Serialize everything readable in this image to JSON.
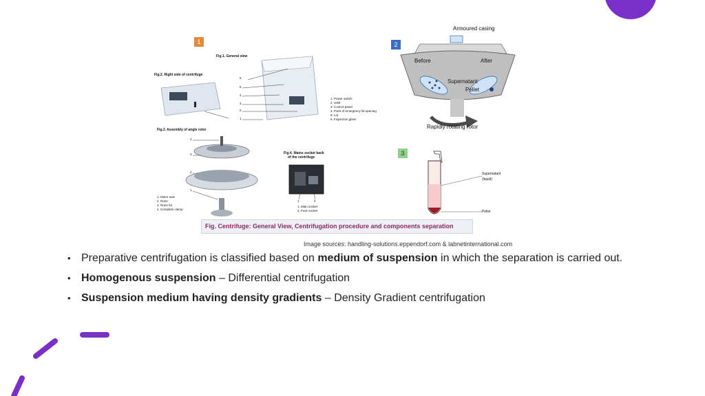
{
  "decor": {
    "accent": "#7b2fc9"
  },
  "figure": {
    "fig1": {
      "badge": "1",
      "badge_color": "#e8883a",
      "general_view": "Fig.1. General view",
      "right_side": "Fig.2. Right side of centrifuge",
      "assembly": "Fig.3. Assembly of angle rotor",
      "mains_socket_line1": "Fig.4. Mains socket back",
      "mains_socket_line2": "of the centrifuge",
      "legend_parts": [
        "1. Power switch",
        "2. USB",
        "3. Control panel",
        "4. Point of emergency lid opening",
        "5. Lid",
        "6. Inspection glass"
      ],
      "rotor_parts": [
        "1. Motor axle",
        "2. Rotor",
        "3. Rotor lid",
        "4. Complete clamp"
      ],
      "socket_parts": [
        "1. Main socket",
        "2. Fuse socket"
      ],
      "callouts": [
        "6",
        "5",
        "4",
        "3",
        "2",
        "1"
      ],
      "rotor_callouts": [
        "4",
        "3",
        "2",
        "1"
      ],
      "socket_callouts": [
        "1",
        "2"
      ]
    },
    "fig2": {
      "badge": "2",
      "badge_color": "#3b6cc7",
      "armoured_casing": "Armoured casing",
      "before": "Before",
      "after": "After",
      "supernatant": "Supernatant",
      "pellet": "Pellet",
      "rotating_rotor": "Rapidly rotating rotor"
    },
    "fig3": {
      "badge": "3",
      "badge_color": "#8fd18a",
      "supernatant_line1": "Supernatant",
      "supernatant_line2": "(liquid)",
      "pellet": "Pellet"
    },
    "caption": "Fig. Centrifuge: General View, Centrifugation procedure and components separation",
    "source": "Image sources: handling-solutions.eppendorf.com & labnetinternational.com"
  },
  "bullets": [
    {
      "pre": "Preparative centrifugation is classified based on ",
      "bold": "medium of suspension",
      "post": " in which the separation is carried out."
    },
    {
      "pre": "",
      "bold": "Homogenous suspension",
      "post": " – Differential centrifugation"
    },
    {
      "pre": "",
      "bold": "Suspension medium having density gradients",
      "post": " – Density Gradient centrifugation"
    }
  ]
}
